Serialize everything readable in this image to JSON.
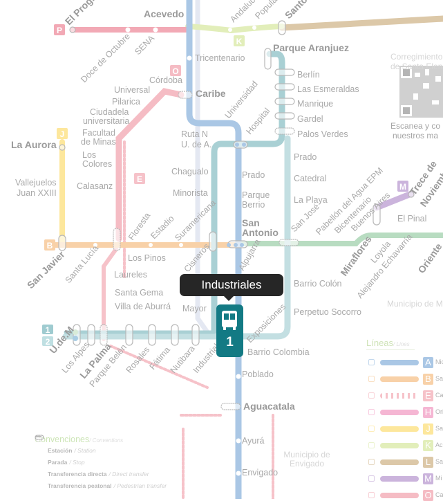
{
  "popup": {
    "station": "Industriales",
    "line_number": "1"
  },
  "colors": {
    "A": "#aac7e5",
    "B": "#f8d1a8",
    "E": "#f6c2c9",
    "H": "#f5b6d3",
    "J": "#fde79c",
    "K": "#e2eeba",
    "L": "#dcc8a8",
    "M": "#cbb4dc",
    "O": "#f5bcc4",
    "P": "#f2a9b5",
    "T": "#a9d0d4",
    "G": "#b8dcc1",
    "badge": "#137a84"
  },
  "line_badges": {
    "P": "P",
    "O": "O",
    "J": "J",
    "E": "E",
    "B": "B",
    "K": "K",
    "M": "M",
    "one": "1",
    "two": "2"
  },
  "stations": {
    "el_progreso": "El Progreso",
    "acevedo": "Acevedo",
    "santo_domingo": "Santo Domingo",
    "caribe": "Caribe",
    "parque_aranjuez": "Parque Aranjuez",
    "la_aurora": "La Aurora",
    "san_javier": "San Javier",
    "san": "San",
    "antonio": "Antonio",
    "miraflores": "Miraflores",
    "trece": "Trece de",
    "noviembre": "Noviembre",
    "oriente": "Oriente",
    "udem": "U.de.M",
    "la_palma": "La Palma",
    "aguacatala": "Aguacatala",
    "doce_octubre": "Doce de Octubre",
    "sena": "SENA",
    "tricentenario": "Tricentenario",
    "cordoba": "Córdoba",
    "universal": "Universal",
    "pilarica": "Pilarica",
    "ciudadela1": "Ciudadela",
    "ciudadela2": "universitaria",
    "facultad1": "Facultad",
    "facultad2": "de Minas",
    "colores1": "Los",
    "colores2": "Colores",
    "vallejuelos": "Vallejuelos",
    "juan23": "Juan XXIII",
    "calasanz": "Calasanz",
    "rutan": "Ruta N",
    "udea": "U. de A.",
    "chagualo": "Chagualo",
    "minorista": "Minorista",
    "prado": "Prado",
    "berrio1": "Parque",
    "berrio2": "Berrio",
    "floresta": "Floresta",
    "estadio": "Estadio",
    "suramericana": "Suramericana",
    "universidad": "Universidad",
    "hospital": "Hospital",
    "andalucia": "Andalucía",
    "popular": "Popular",
    "berlin": "Berlín",
    "esmeraldas": "Las Esmeraldas",
    "manrique": "Manrique",
    "gardel": "Gardel",
    "palos_verdes": "Palos Verdes",
    "prado_t": "Prado",
    "catedral": "Catedral",
    "la_playa": "La Playa",
    "san_jose": "San José",
    "pabellon": "Pabellón del Agua EPM",
    "bicentenario": "Bicentenario",
    "buenos_aires": "Buenos Aires",
    "el_pinal": "El Pinal",
    "loyola": "Loyola",
    "alejandro": "Alejandro Echavarría",
    "barrio_colon": "Barrio Colón",
    "perpetuo": "Perpetuo Socorro",
    "barrio_colombia": "Barrio Colombia",
    "poblado": "Poblado",
    "ayura": "Ayurá",
    "envigado": "Envigado",
    "los_pinos": "Los Pinos",
    "laureles": "Laureles",
    "santa_gema": "Santa Gema",
    "villa_aburra": "Villa de Aburrá",
    "santa_lucia": "Santa Lucía",
    "cisneros": "Cisneros",
    "alpujarra": "Alpujarra",
    "exposiciones": "Exposiciones",
    "mayor": "Mayor",
    "los_alpes": "Los Alpes",
    "parque_belen": "Parque Belén",
    "rosales": "Rosales",
    "fatima": "Fátima",
    "nutibara": "Nutibara",
    "industriales": "Industriales"
  },
  "zones": {
    "corr1": "Corregimiento",
    "corr2": "de Santa Elena",
    "env1": "Municipio de",
    "env2": "Envigado",
    "med": "Municipio de M"
  },
  "qr": {
    "caption1": "Escanea y co",
    "caption2": "nuestros ma"
  },
  "legend": {
    "title": "Líneas",
    "title_en": "/ Lines",
    "items": [
      {
        "letter": "A",
        "name": "Nic",
        "color": "#aac7e5"
      },
      {
        "letter": "B",
        "name": "Sa",
        "color": "#f8d1a8"
      },
      {
        "letter": "E",
        "name": "Ca",
        "color": "#f6c2c9"
      },
      {
        "letter": "H",
        "name": "Ori",
        "color": "#f5b6d3"
      },
      {
        "letter": "J",
        "name": "Sa",
        "color": "#fde79c"
      },
      {
        "letter": "K",
        "name": "Ac",
        "color": "#e2eeba"
      },
      {
        "letter": "L",
        "name": "Sa",
        "color": "#dcc8a8"
      },
      {
        "letter": "M",
        "name": "Mi",
        "color": "#cbb4dc"
      },
      {
        "letter": "O",
        "name": "Ca",
        "color": "#f5bcc4"
      }
    ]
  },
  "conventions": {
    "title": "Convenciones",
    "title_en": "/ Conventions",
    "items": [
      {
        "label": "Estación",
        "en": "/ Station"
      },
      {
        "label": "Parada",
        "en": "/ Stop"
      },
      {
        "label": "Transferencia directa",
        "en": "/ Direct transfer"
      },
      {
        "label": "Transferencia peatonal",
        "en": "/ Pedestrian transfer"
      }
    ]
  }
}
